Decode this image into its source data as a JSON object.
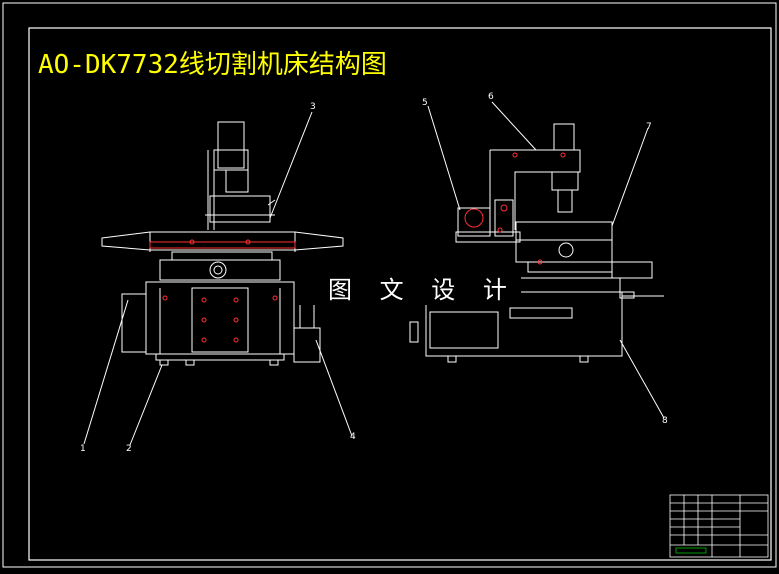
{
  "drawing": {
    "title": "AO-DK7732线切割机床结构图",
    "watermark": "图 文 设 计",
    "callouts": [
      "1",
      "2",
      "3",
      "4",
      "5",
      "6",
      "7",
      "8"
    ]
  },
  "colors": {
    "background": "#000000",
    "line": "#ffffff",
    "title": "#ffff00",
    "accent_red": "#ff3030",
    "accent_green": "#00c000",
    "accent_cyan": "#00e0e0"
  }
}
